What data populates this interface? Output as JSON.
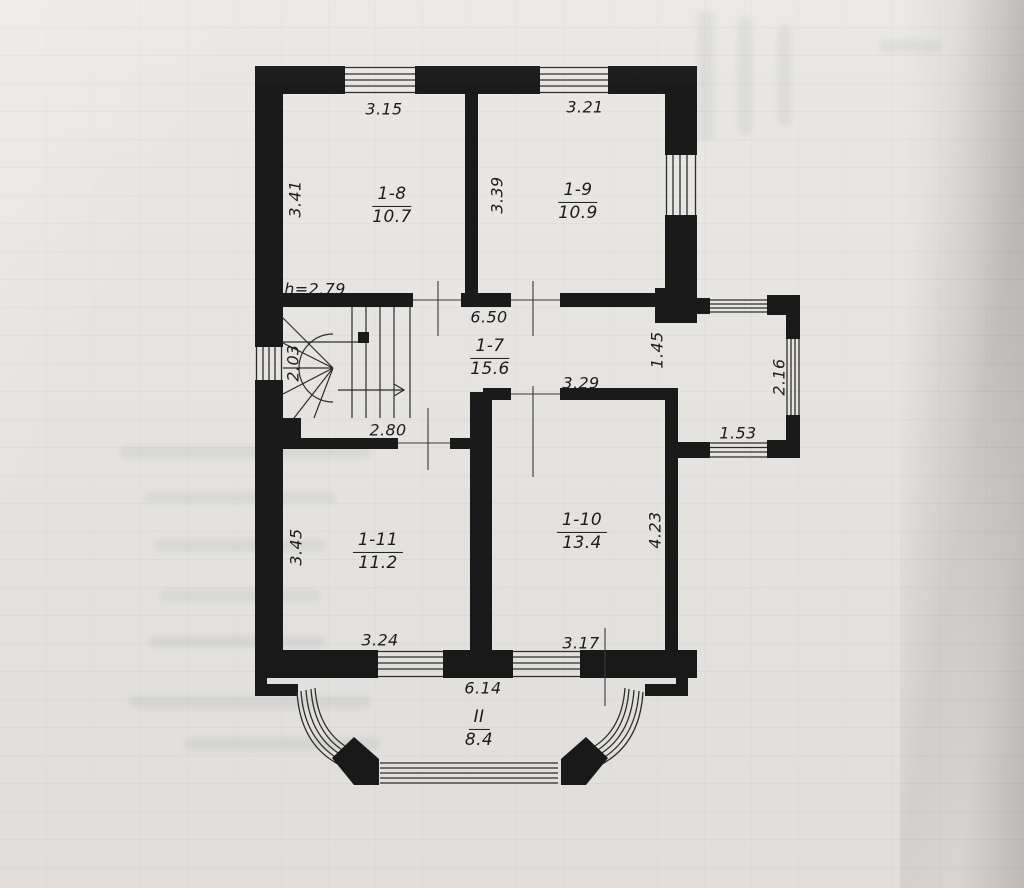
{
  "page": {
    "background_color": "#e9e7e4",
    "ink_color": "#1a1a1a"
  },
  "plan": {
    "ceiling_height_note": "h=2.79",
    "rooms": {
      "r17": {
        "id": "1-7",
        "area": "15.6"
      },
      "r18": {
        "id": "1-8",
        "area": "10.7"
      },
      "r19": {
        "id": "1-9",
        "area": "10.9"
      },
      "r110": {
        "id": "1-10",
        "area": "13.4"
      },
      "r111": {
        "id": "1-11",
        "area": "11.2"
      },
      "veranda": {
        "id": "II",
        "area": "8.4"
      }
    },
    "dims": {
      "r18_top": "3.15",
      "r18_left": "3.41",
      "r19_top": "3.21",
      "r19_left": "3.39",
      "corridor_width": "6.50",
      "stair_width": "2.03",
      "stair_hall_width": "2.80",
      "bay_opening": "1.45",
      "bay_right_window": "2.16",
      "bay_bottom_window": "1.53",
      "r110_top": "3.29",
      "r110_right": "4.23",
      "r110_bottom": "3.17",
      "r111_left": "3.45",
      "r111_bottom": "3.24",
      "veranda_width": "6.14"
    }
  }
}
